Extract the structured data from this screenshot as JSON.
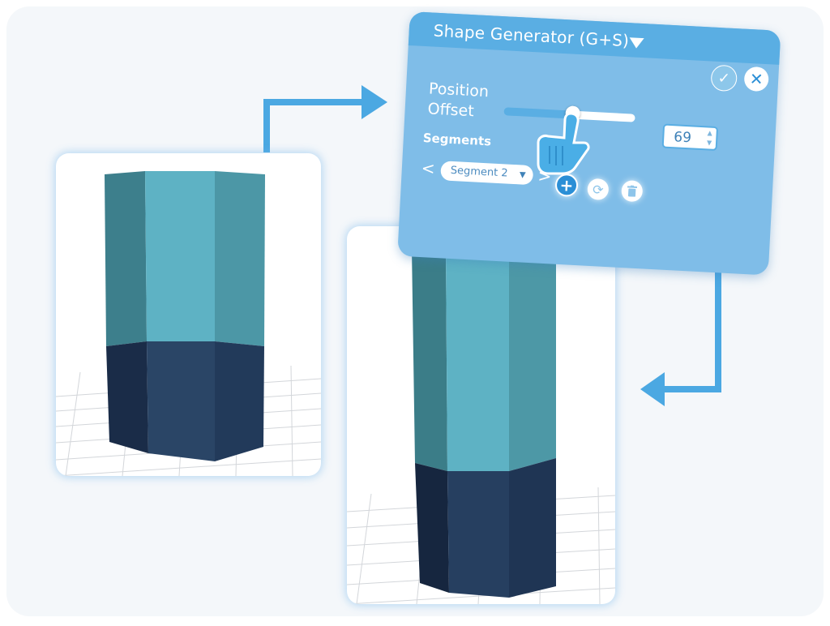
{
  "panel": {
    "title": "Shape Generator (G+S)",
    "position_offset_label": "Position\nOffset",
    "position_offset_value": "69",
    "slider_fraction": 0.54,
    "segments_label": "Segments",
    "segment_selected": "Segment 2",
    "prev_symbol": "<",
    "next_symbol": ">"
  },
  "icons": {
    "header_caret": "caret-down-icon",
    "confirm": "check-icon",
    "close": "close-icon",
    "add": "plus-icon",
    "refresh": "refresh-icon",
    "delete": "trash-icon",
    "pointer": "hand-pointer-icon"
  },
  "colors": {
    "accent": "#5aaee3",
    "panel": "#7fbde8",
    "arrow": "#4ba8e2",
    "shape_top_light": "#5eb2c4",
    "shape_top_dark": "#3b7d88",
    "shape_bottom_light": "#2a4566",
    "shape_bottom_dark": "#16263f"
  }
}
